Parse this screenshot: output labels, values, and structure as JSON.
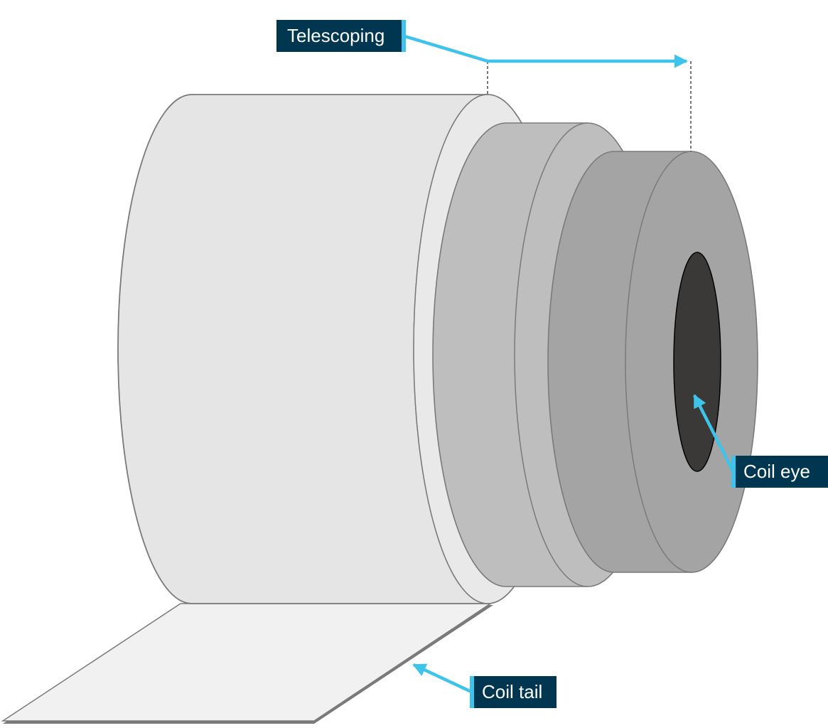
{
  "labels": {
    "telescoping": "Telescoping",
    "coil_eye": "Coil eye",
    "coil_tail": "Coil tail"
  },
  "colors": {
    "label_background": "#003650",
    "label_accent": "#3ec3ea",
    "arrow": "#3ec3ea",
    "outer_coil": "#e5e5e5",
    "outer_coil_face": "#e9e9e9",
    "middle_coil": "#bebebe",
    "inner_coil": "#a4a4a4",
    "coil_eye": "#3a3938",
    "coil_tail": "#f1f1f1",
    "outline": "#7a7a7a"
  }
}
